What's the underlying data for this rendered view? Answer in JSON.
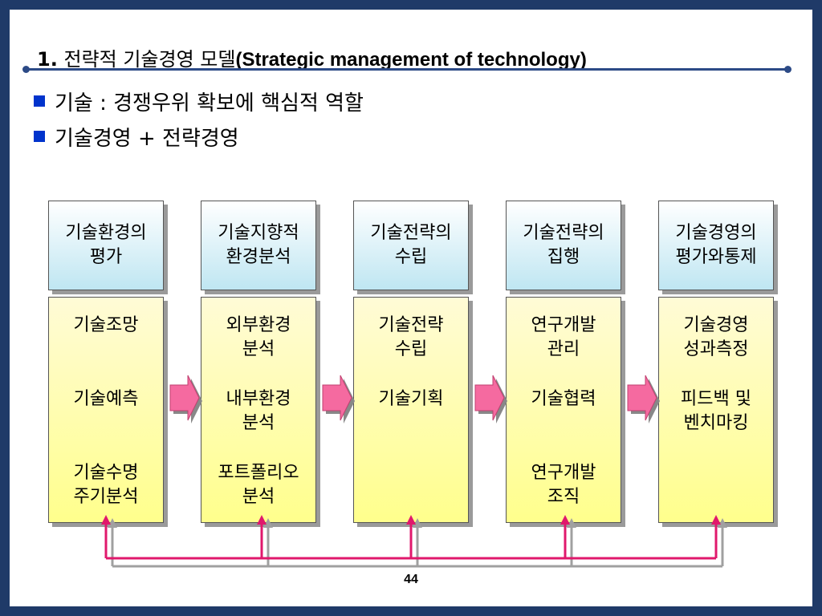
{
  "title": {
    "number": "1.",
    "korean": "전략적 기술경영 모델",
    "english": "(Strategic management of technology)"
  },
  "bullets": [
    "기술 : 경쟁우위 확보에 핵심적 역할",
    "기술경영 + 전략경영"
  ],
  "stages": [
    {
      "header": [
        "기술환경의",
        "평가"
      ],
      "groups": [
        [
          "기술조망"
        ],
        [
          "기술예측"
        ],
        [
          "기술수명",
          "주기분석"
        ]
      ]
    },
    {
      "header": [
        "기술지향적",
        "환경분석"
      ],
      "groups": [
        [
          "외부환경",
          "분석"
        ],
        [
          "내부환경",
          "분석"
        ],
        [
          "포트폴리오",
          "분석"
        ]
      ]
    },
    {
      "header": [
        "기술전략의",
        "수립"
      ],
      "groups": [
        [
          "기술전략",
          "수립"
        ],
        [
          "기술기획"
        ],
        []
      ]
    },
    {
      "header": [
        "기술전략의",
        "집행"
      ],
      "groups": [
        [
          "연구개발",
          "관리"
        ],
        [
          "기술협력"
        ],
        [
          "연구개발",
          "조직"
        ]
      ]
    },
    {
      "header": [
        "기술경영의",
        "평가와통제"
      ],
      "groups": [
        [
          "기술경영",
          "성과측정"
        ],
        [
          "피드백 및",
          "벤치마킹"
        ],
        []
      ]
    }
  ],
  "colors": {
    "frame": "#1f3a68",
    "rule": "#2c4a86",
    "bullet": "#0033cc",
    "arrow": "#f56aa0",
    "feedback_main": "#e0186c",
    "feedback_shadow": "#a0a0a0"
  },
  "page_number": "44"
}
